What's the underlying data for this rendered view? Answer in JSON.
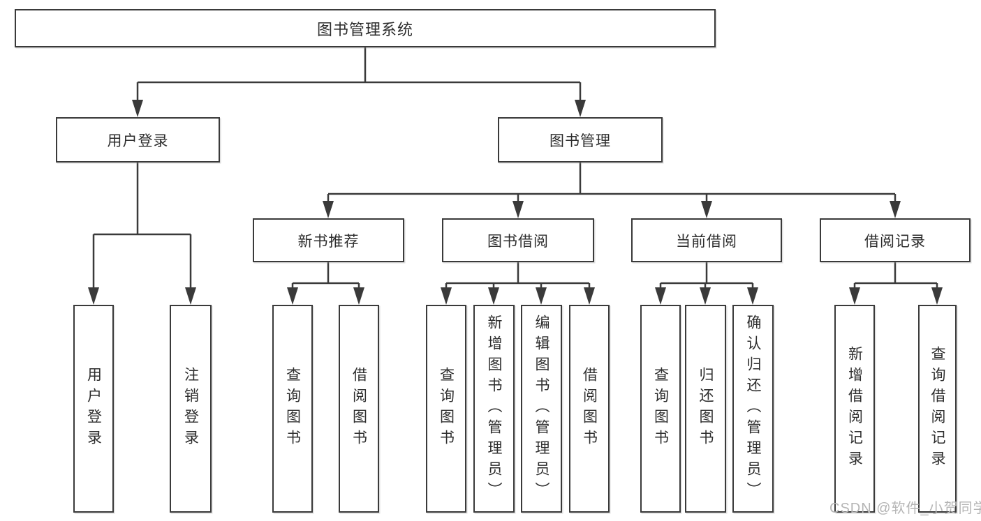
{
  "diagram": {
    "title": "图书管理系统",
    "watermark": "CSDN @软件_小贺同学",
    "colors": {
      "line": "#3a3a3a",
      "text": "#2d2d2d",
      "watermark": "#b5b5b5",
      "background": "#ffffff"
    },
    "nodes": {
      "root": {
        "label": "图书管理系统"
      },
      "user_login": {
        "label": "用户登录",
        "leaves": {
          "login": "用户登录",
          "logout": "注销登录"
        }
      },
      "book_management": {
        "label": "图书管理"
      },
      "new_book_recommend": {
        "label": "新书推荐",
        "leaves": {
          "query": "查询图书",
          "borrow": "借阅图书"
        }
      },
      "book_borrowing": {
        "label": "图书借阅",
        "leaves": {
          "query": "查询图书",
          "add": "新增图书（管理员）",
          "edit": "编辑图书（管理员）",
          "borrow": "借阅图书"
        }
      },
      "current_borrowing": {
        "label": "当前借阅",
        "leaves": {
          "query": "查询图书",
          "return": "归还图书",
          "confirm_return": "确认归还（管理员）"
        }
      },
      "borrowing_records": {
        "label": "借阅记录",
        "leaves": {
          "add_record": "新增借阅记录",
          "query_record": "查询借阅记录"
        }
      }
    }
  }
}
